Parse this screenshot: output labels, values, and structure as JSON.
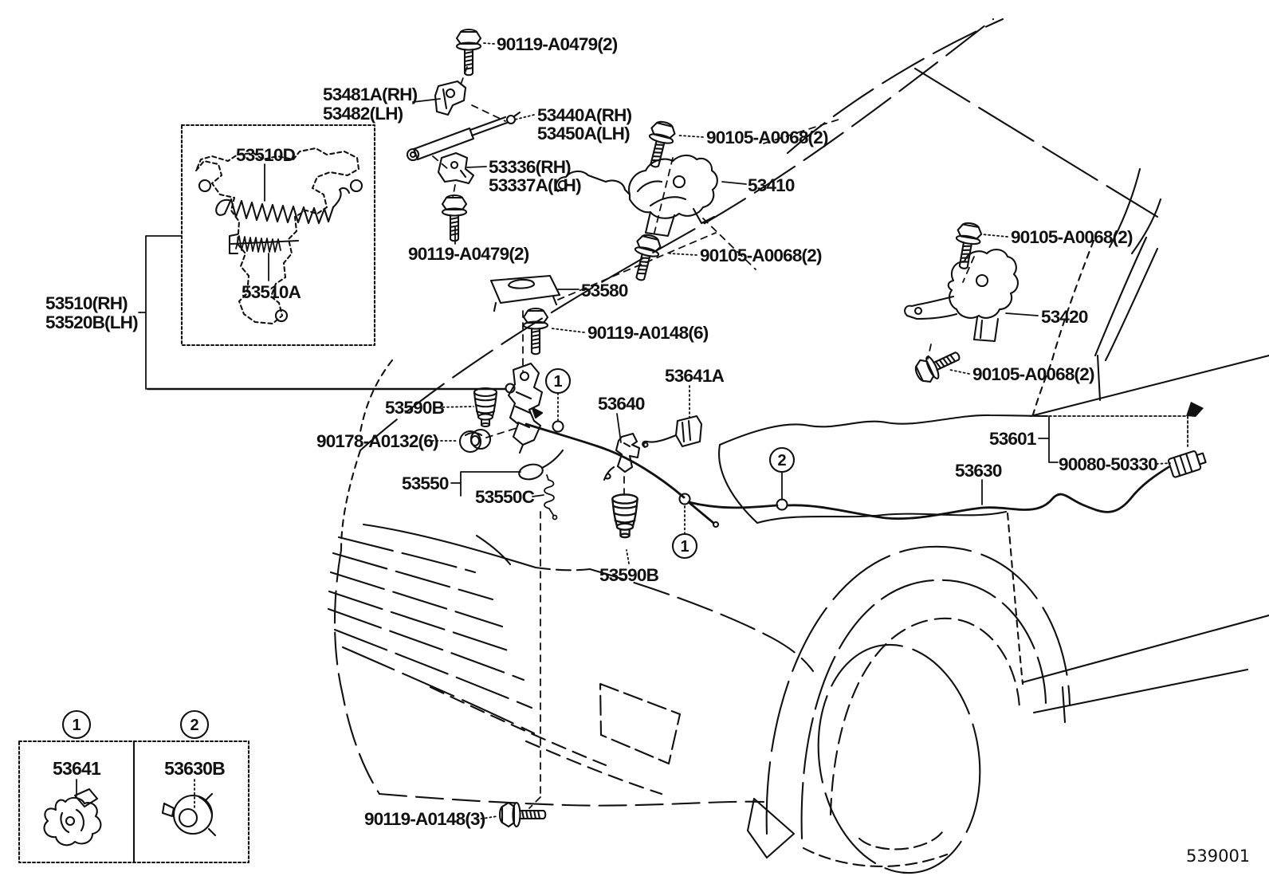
{
  "figure": {
    "code": "539001"
  },
  "colors": {
    "line": "#111111",
    "background": "#ffffff"
  },
  "callouts": {
    "one": "1",
    "two": "2"
  },
  "labels": [
    {
      "text": "90119-A0479(2)"
    },
    {
      "text": "53481A(RH)"
    },
    {
      "text": "53482(LH)"
    },
    {
      "text": "53440A(RH)"
    },
    {
      "text": "53450A(LH)"
    },
    {
      "text": "53336(RH)"
    },
    {
      "text": "53337A(LH)"
    },
    {
      "text": "90105-A0068(2)"
    },
    {
      "text": "53410"
    },
    {
      "text": "90119-A0479(2)"
    },
    {
      "text": "90105-A0068(2)"
    },
    {
      "text": "53580"
    },
    {
      "text": "90119-A0148(6)"
    },
    {
      "text": "90105-A0068(2)"
    },
    {
      "text": "53420"
    },
    {
      "text": "90105-A0068(2)"
    },
    {
      "text": "53510D"
    },
    {
      "text": "53510A"
    },
    {
      "text": "53510(RH)"
    },
    {
      "text": "53520B(LH)"
    },
    {
      "text": "53590B"
    },
    {
      "text": "90178-A0132(6)"
    },
    {
      "text": "53550"
    },
    {
      "text": "53550C"
    },
    {
      "text": "53640"
    },
    {
      "text": "53641A"
    },
    {
      "text": "53601"
    },
    {
      "text": "90080-50330"
    },
    {
      "text": "53630"
    },
    {
      "text": "53590B"
    },
    {
      "text": "90119-A0148(3)"
    },
    {
      "text": "539001"
    }
  ],
  "legend": {
    "items": [
      {
        "callout": "1",
        "part": "53641"
      },
      {
        "callout": "2",
        "part": "53630B"
      }
    ]
  }
}
